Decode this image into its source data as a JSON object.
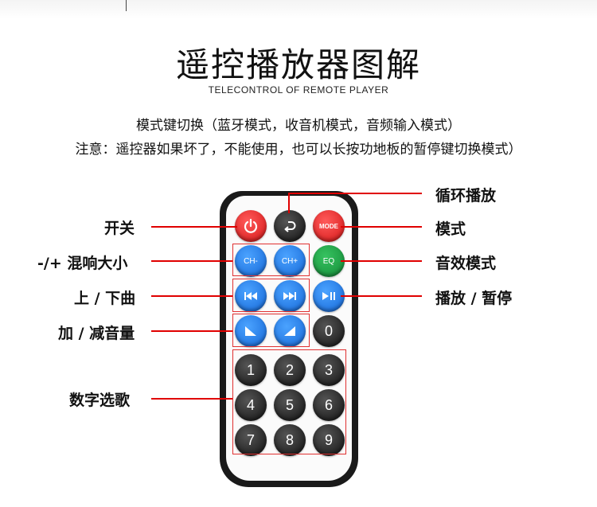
{
  "header": {
    "title": "遥控播放器图解",
    "subtitle": "TELECONTROL OF REMOTE PLAYER"
  },
  "notes": {
    "line1": "模式键切换（蓝牙模式，收音机模式，音频输入模式）",
    "line2": "注意：遥控器如果坏了，不能使用，也可以长按功地板的暂停键切换模式）"
  },
  "remote": {
    "colors": {
      "body": "#1a1a1a",
      "red": "#d41515",
      "blue": "#1466d6",
      "green": "#138a36",
      "dark": "#111111",
      "callout": "#e00000"
    },
    "buttons": {
      "mode": "MODE",
      "ch_minus": "CH-",
      "ch_plus": "CH+",
      "eq": "EQ",
      "num0": "0",
      "num1": "1",
      "num2": "2",
      "num3": "3",
      "num4": "4",
      "num5": "5",
      "num6": "6",
      "num7": "7",
      "num8": "8",
      "num9": "9"
    },
    "icons": [
      "power-icon",
      "return-icon",
      "prev-track-icon",
      "next-track-icon",
      "play-pause-icon",
      "volume-down-icon",
      "volume-up-icon"
    ]
  },
  "labels": {
    "power": "开关",
    "channel": "-/+ 混响大小",
    "track": "上 / 下曲",
    "volume": "加 / 减音量",
    "numbers": "数字选歌",
    "loop": "循环播放",
    "mode": "模式",
    "eq": "音效模式",
    "play_pause": "播放 / 暂停"
  }
}
